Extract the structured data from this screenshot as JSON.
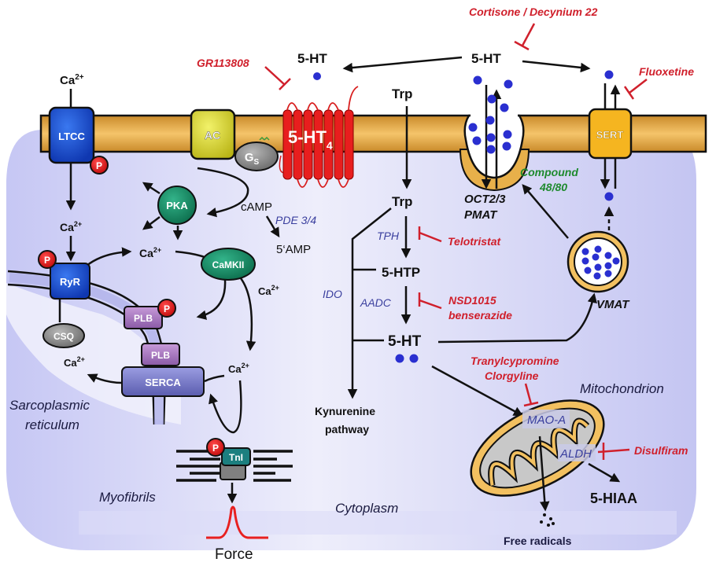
{
  "diagram": {
    "title": "Serotonin (5-HT) signaling and metabolism in cardiomyocyte",
    "compartments": {
      "cytoplasm": "Cytoplasm",
      "sr_line1": "Sarcoplasmic",
      "sr_line2": "reticulum",
      "myofibrils": "Myofibrils",
      "mitochondrion": "Mitochondrion"
    },
    "proteins": {
      "ltcc": "LTCC",
      "ac": "AC",
      "gs": "G",
      "gs_sub": "S",
      "receptor": "5-HT",
      "receptor_sub": "4",
      "sert": "SERT",
      "pka": "PKA",
      "camkii": "CaMKII",
      "ryr": "RyR",
      "csq": "CSQ",
      "plb": "PLB",
      "serca": "SERCA",
      "tni": "TnI",
      "phospho": "P",
      "vmat": "VMAT",
      "oct": "OCT2/3",
      "pmat": "PMAT"
    },
    "metabolites": {
      "ca": "Ca",
      "ca_sup": "2+",
      "camp": "cAMP",
      "amp": "5‘AMP",
      "ht": "5-HT",
      "trp": "Trp",
      "htp": "5-HTP",
      "kyn1": "Kynurenine",
      "kyn2": "pathway",
      "hiaa": "5-HIAA",
      "radicals": "Free radicals",
      "force": "Force"
    },
    "enzymes": {
      "pde": "PDE 3/4",
      "tph": "TPH",
      "aadc": "AADC",
      "ido": "IDO",
      "maoa": "MAO-A",
      "aldh": "ALDH"
    },
    "inhibitors": {
      "gr": "GR113808",
      "cortisone": "Cortisone / Decynium 22",
      "fluoxetine": "Fluoxetine",
      "telotristat": "Telotristat",
      "nsd1": "NSD1015",
      "nsd2": "benserazide",
      "tranyl1": "Tranylcypromine",
      "tranyl2": "Clorgyline",
      "disulfiram": "Disulfiram"
    },
    "activators": {
      "compound1": "Compound",
      "compound2": "48/80"
    },
    "colors": {
      "inhibitor": "#d0202c",
      "enzyme": "#3a3f9e",
      "activator": "#1e8a2e",
      "membrane": "#e8b04a",
      "cell": "#c9caf3",
      "serotonin_dot": "#2a2fd0"
    }
  }
}
